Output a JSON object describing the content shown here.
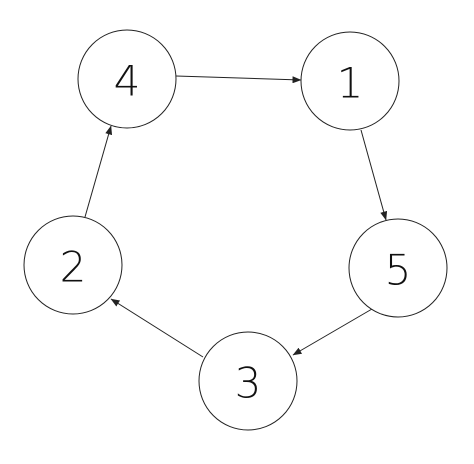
{
  "diagram": {
    "type": "directed-graph",
    "nodes": [
      {
        "id": "4",
        "label": "4"
      },
      {
        "id": "1",
        "label": "1"
      },
      {
        "id": "5",
        "label": "5"
      },
      {
        "id": "3",
        "label": "3"
      },
      {
        "id": "2",
        "label": "2"
      }
    ],
    "edges": [
      {
        "from": "4",
        "to": "1"
      },
      {
        "from": "1",
        "to": "5"
      },
      {
        "from": "5",
        "to": "3"
      },
      {
        "from": "3",
        "to": "2"
      },
      {
        "from": "2",
        "to": "4"
      }
    ],
    "colors": {
      "stroke": "#222222",
      "background": "#ffffff",
      "text": "#111111"
    }
  }
}
